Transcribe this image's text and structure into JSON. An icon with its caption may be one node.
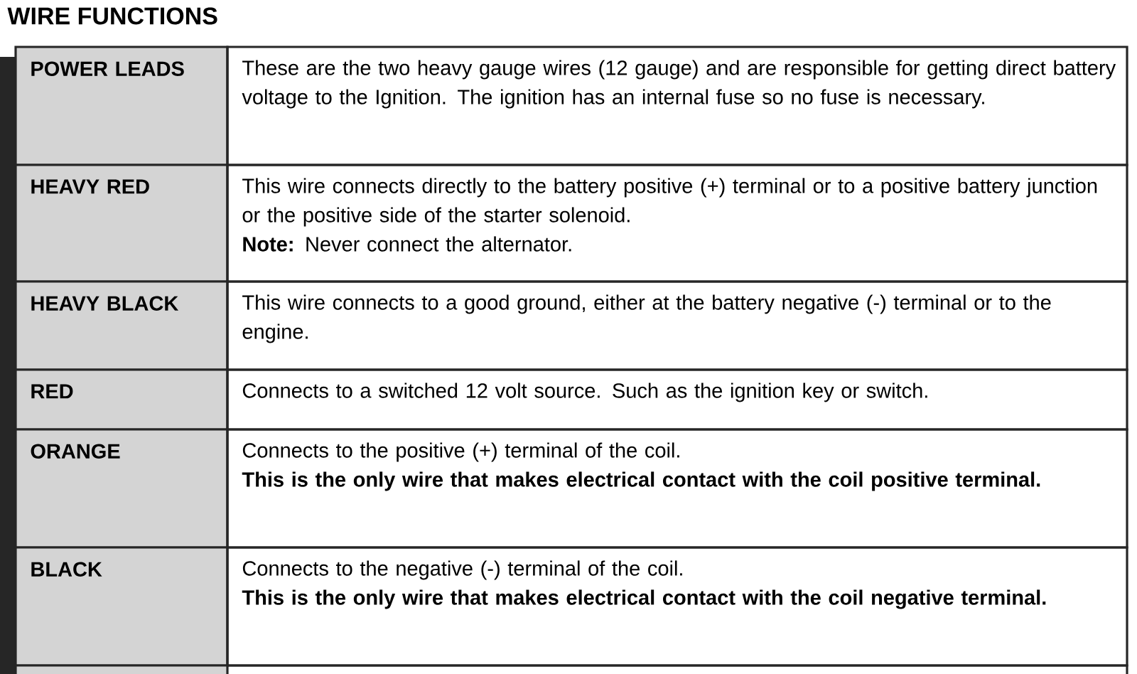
{
  "diagram": {
    "title": "WIRE FUNCTIONS",
    "labels": [
      "POWER LEADS",
      "These are the two heavy gauge wires (12 gauge) and are responsible for getting direct battery voltage to the Ignition. The ignition has an internal fuse so no fuse is necessary.",
      "HEAVY RED",
      "This wire connects directly to the battery positive (+) terminal or to a positive battery junction or the positive side of the starter solenoid.",
      "**Note:** Never connect the alternator.",
      "HEAVY BLACK",
      "This wire connects to a good ground, either at the battery negative (-) terminal or to the engine.",
      "RED",
      "Connects to a switched 12 volt source. Such as the ignition key or switch.",
      "ORANGE",
      "Connects to the positive (+) terminal of the coil.",
      "This is the only wire that makes electrical contact with the coil positive terminal.",
      "BLACK",
      "Connects to the negative (-) terminal of the coil.",
      "This is the only wire that makes electrical contact with the coil negative terminal."
    ]
  }
}
